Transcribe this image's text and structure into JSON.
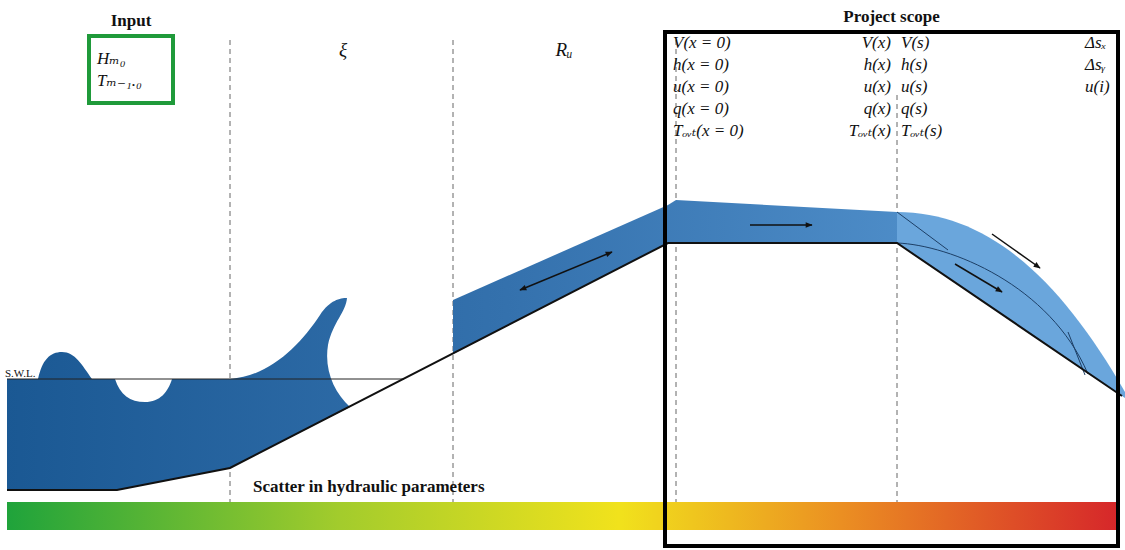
{
  "diagram": {
    "nodes": [
      {
        "text": [
          "Input",
          "Hₘ₀",
          "Tₘ₋₁.₀"
        ]
      },
      {
        "text": [
          "Project scope"
        ]
      }
    ],
    "labels": [
      "ξ",
      "Rᵤ",
      "S.W.L.",
      "V(x = 0)",
      "h(x = 0)",
      "u(x = 0)",
      "q(x = 0)",
      "Tₒᵥₜ(x = 0)",
      "V(x)",
      "h(x)",
      "u(x)",
      "q(x)",
      "Tₒᵥₜ(x)",
      "V(s)",
      "h(s)",
      "u(s)",
      "q(s)",
      "Tₒᵥₜ(s)",
      "Δsₓ",
      "Δsᵧ",
      "u(i)",
      "Scatter in hydraulic parameters"
    ]
  }
}
